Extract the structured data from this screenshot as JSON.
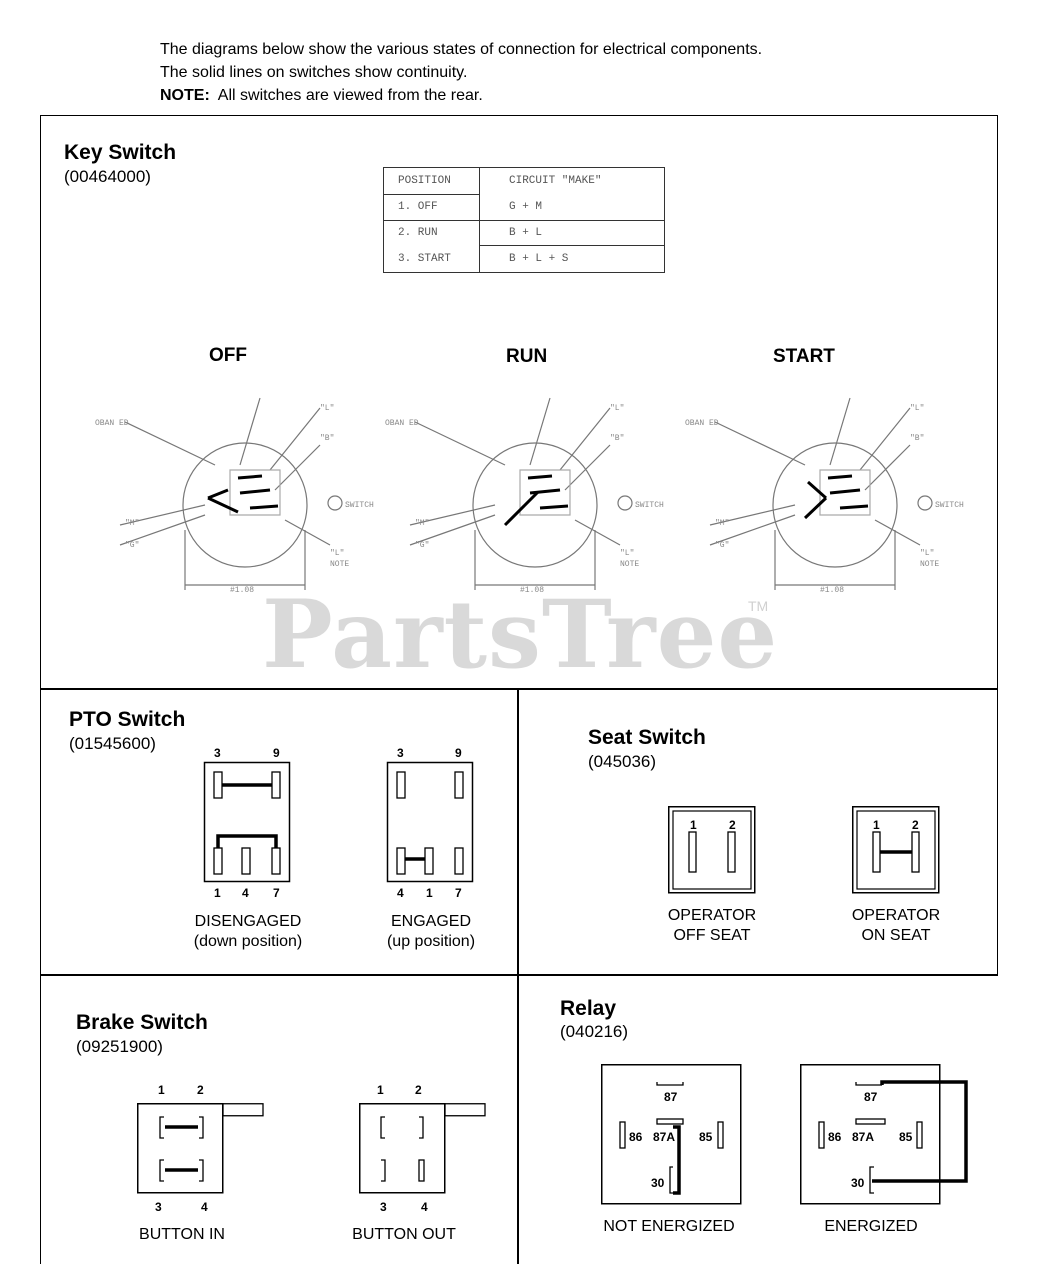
{
  "intro": {
    "line1": "The diagrams below show the various states of connection for electrical components.",
    "line2": "The solid lines on switches show continuity.",
    "note_label": "NOTE:",
    "note_text": "All switches are viewed from the rear."
  },
  "key_switch": {
    "title": "Key Switch",
    "part": "(00464000)",
    "table": {
      "headers": [
        "POSITION",
        "CIRCUIT \"MAKE\""
      ],
      "rows": [
        [
          "1. OFF",
          "G + M"
        ],
        [
          "2. RUN",
          "B + L"
        ],
        [
          "3. START",
          "B + L + S"
        ]
      ]
    },
    "positions": [
      "OFF",
      "RUN",
      "START"
    ]
  },
  "pto_switch": {
    "title": "PTO Switch",
    "part": "(01545600)",
    "disengaged": {
      "top_pins": [
        "3",
        "9"
      ],
      "bottom_pins": [
        "1",
        "4",
        "7"
      ],
      "label1": "DISENGAGED",
      "label2": "(down position)"
    },
    "engaged": {
      "top_pins": [
        "3",
        "9"
      ],
      "bottom_pins": [
        "4",
        "1",
        "7"
      ],
      "label1": "ENGAGED",
      "label2": "(up position)"
    }
  },
  "seat_switch": {
    "title": "Seat Switch",
    "part": "(045036)",
    "off_seat": {
      "pins": [
        "1",
        "2"
      ],
      "label1": "OPERATOR",
      "label2": "OFF SEAT"
    },
    "on_seat": {
      "pins": [
        "1",
        "2"
      ],
      "label1": "OPERATOR",
      "label2": "ON SEAT"
    }
  },
  "brake_switch": {
    "title": "Brake  Switch",
    "part": "(09251900)",
    "button_in": {
      "top_pins": [
        "1",
        "2"
      ],
      "bottom_pins": [
        "3",
        "4"
      ],
      "label": "BUTTON IN"
    },
    "button_out": {
      "top_pins": [
        "1",
        "2"
      ],
      "bottom_pins": [
        "3",
        "4"
      ],
      "label": "BUTTON OUT"
    }
  },
  "relay": {
    "title": "Relay",
    "part": "(040216)",
    "terminals": [
      "87",
      "86",
      "87A",
      "85",
      "30"
    ],
    "not_energized_label": "NOT ENERGIZED",
    "energized_label": "ENERGIZED"
  },
  "watermark": {
    "text": "PartsTree",
    "tm": "TM"
  }
}
